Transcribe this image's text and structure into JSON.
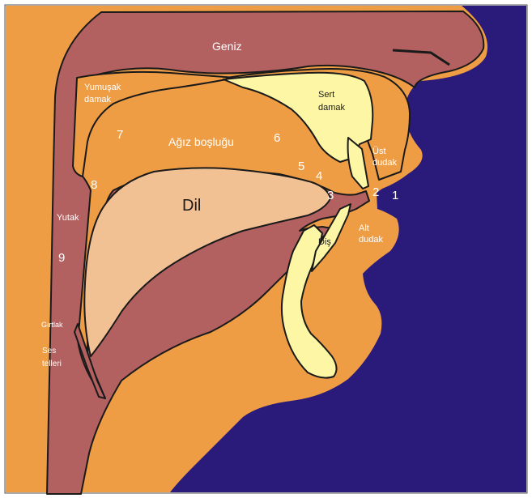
{
  "colors": {
    "background": "#ffffff",
    "air": "#2a1a7a",
    "skin": "#ef9d45",
    "tract": "#b36060",
    "bone": "#fdf7a5",
    "tongue": "#f2c193",
    "outline": "#1a1a1a",
    "label": "#ffffff"
  },
  "labels": {
    "nasal": "Geniz",
    "soft_palate_1": "Yumuşak",
    "soft_palate_2": "damak",
    "hard_palate_1": "Sert",
    "hard_palate_2": "damak",
    "upper_lip_1": "Üst",
    "upper_lip_2": "dudak",
    "oral_cavity": "Ağız boşluğu",
    "tongue": "Dil",
    "pharynx": "Yutak",
    "teeth": "Diş",
    "lower_lip_1": "Alt",
    "lower_lip_2": "dudak",
    "larynx": "Gırtlak",
    "vocal_cords_1": "Ses",
    "vocal_cords_2": "telleri"
  },
  "numbers": {
    "n1": "1",
    "n2": "2",
    "n3": "3",
    "n4": "4",
    "n5": "5",
    "n6": "6",
    "n7": "7",
    "n8": "8",
    "n9": "9"
  }
}
